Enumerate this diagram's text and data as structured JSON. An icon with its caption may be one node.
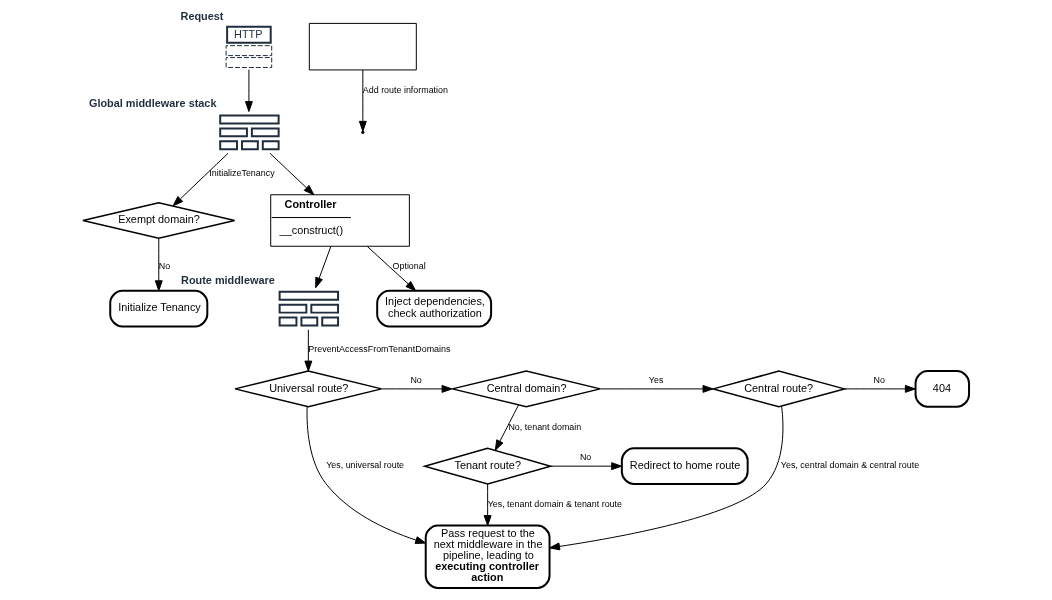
{
  "diagram": {
    "nodes": [
      {
        "text": [
          "HTTP"
        ],
        "beside": [
          "Request"
        ]
      },
      {
        "text": [],
        "shape": "picture",
        "beside": [
          "Global middleware stack"
        ]
      },
      {
        "text": [
          "Exempt domain?"
        ]
      },
      {
        "text": [
          "Initialize Tenancy"
        ]
      },
      {
        "text": [
          "Controller",
          "__construct()"
        ]
      },
      {
        "text": [
          "Inject dependencies, check authorization"
        ]
      },
      {
        "text": [],
        "shape": "box"
      },
      {
        "text": [],
        "shape": "picture",
        "beside": [
          "Route middleware"
        ]
      },
      {
        "text": [
          "Universal route?"
        ]
      },
      {
        "text": [
          "Central domain?"
        ]
      },
      {
        "text": [
          "Central route?"
        ]
      },
      {
        "text": [
          "404"
        ]
      },
      {
        "text": [
          "Tenant route?"
        ]
      },
      {
        "text": [
          "Redirect to home route"
        ]
      },
      {
        "text": [
          "Pass request to the next middleware in the pipeline, leading to **executing controller action**"
        ]
      }
    ],
    "edges": [
      {
        "from": 0,
        "to": 1,
        "arrow": "to"
      },
      {
        "from": 1,
        "to": 2,
        "arrow": "to",
        "label": "InitializeTenancy"
      },
      {
        "from": 2,
        "to": 3,
        "arrow": "to",
        "label": "No"
      },
      {
        "from": 1,
        "to": 4,
        "arrow": "to"
      },
      {
        "from": 4,
        "to": 5,
        "arrow": "to",
        "label": "Optional"
      },
      {
        "from": 4,
        "to": 7,
        "arrow": "to"
      },
      {
        "from": 6,
        "to": null,
        "arrow": "to",
        "label": "Add route information"
      },
      {
        "from": 7,
        "to": 8,
        "arrow": "to",
        "label": "PreventAccessFromTenantDomains"
      },
      {
        "from": 8,
        "to": 9,
        "arrow": "to",
        "label": "No"
      },
      {
        "from": 9,
        "to": 10,
        "arrow": "to",
        "label": "Yes"
      },
      {
        "from": 10,
        "to": 11,
        "arrow": "to",
        "label": "No"
      },
      {
        "from": 8,
        "to": 14,
        "arrow": "to",
        "label": "Yes, universal route"
      },
      {
        "from": 9,
        "to": 12,
        "arrow": "to",
        "label": "No, tenant domain"
      },
      {
        "from": 12,
        "to": 13,
        "arrow": "to",
        "label": "No"
      },
      {
        "from": 12,
        "to": 14,
        "arrow": "to",
        "label": "Yes, tenant domain & tenant route"
      },
      {
        "from": 10,
        "to": 14,
        "arrow": "to",
        "label": "Yes, central domain & central route"
      }
    ]
  }
}
